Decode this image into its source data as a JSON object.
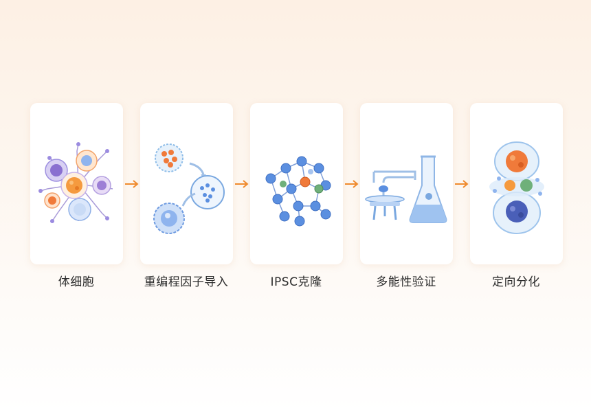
{
  "steps": [
    {
      "label": "体细胞",
      "icon": "somatic-cell-cluster-icon"
    },
    {
      "label": "重编程因子导入",
      "icon": "reprogramming-factor-icon"
    },
    {
      "label": "IPSC克隆",
      "icon": "ipsc-colony-icon"
    },
    {
      "label": "多能性验证",
      "icon": "lab-flask-icon"
    },
    {
      "label": "定向分化",
      "icon": "differentiated-cell-icon"
    }
  ],
  "colors": {
    "arrow": "#f08a2c",
    "blue": "#5b8fe0",
    "orange": "#f07a3a",
    "purple": "#8a70d0",
    "green": "#6fb07a"
  }
}
